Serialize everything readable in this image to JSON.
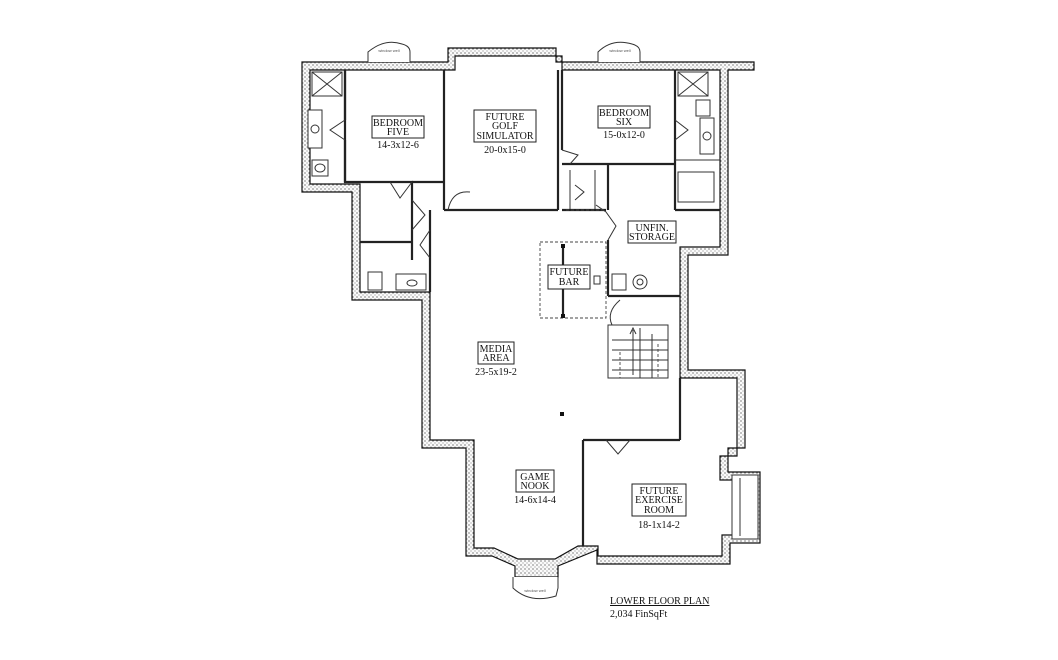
{
  "plan": {
    "title": "LOWER FLOOR PLAN",
    "subtitle": "2,034 FinSqFt",
    "rooms": {
      "bedroom_five": {
        "line1": "BEDROOM",
        "line2": "FIVE",
        "size": "14-3x12-6"
      },
      "golf": {
        "line1": "FUTURE",
        "line2": "GOLF",
        "line3": "SIMULATOR",
        "size": "20-0x15-0"
      },
      "bedroom_six": {
        "line1": "BEDROOM",
        "line2": "SIX",
        "size": "15-0x12-0"
      },
      "storage": {
        "line1": "UNFIN.",
        "line2": "STORAGE"
      },
      "bar": {
        "line1": "FUTURE",
        "line2": "BAR"
      },
      "media": {
        "line1": "MEDIA",
        "line2": "AREA",
        "size": "23-5x19-2"
      },
      "game": {
        "line1": "GAME",
        "line2": "NOOK",
        "size": "14-6x14-4"
      },
      "exercise": {
        "line1": "FUTURE",
        "line2": "EXERCISE",
        "line3": "ROOM",
        "size": "18-1x14-2"
      }
    },
    "window_wells": [
      "window well",
      "window well",
      "window well"
    ]
  }
}
